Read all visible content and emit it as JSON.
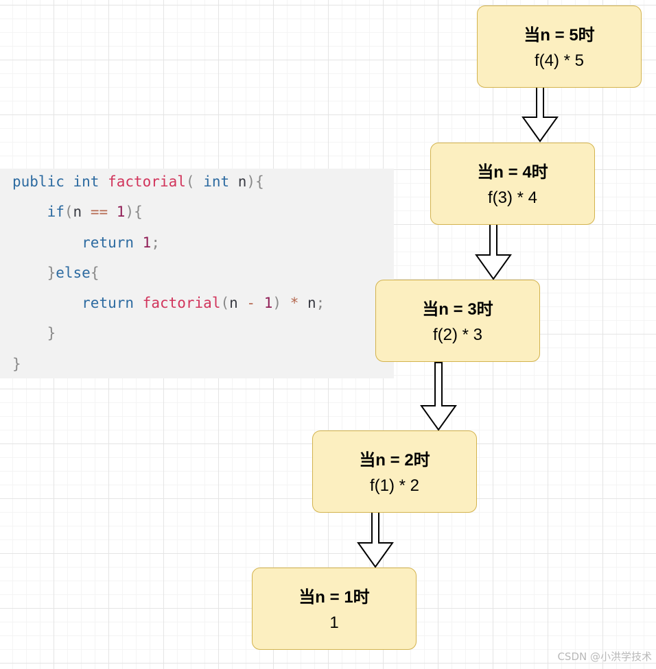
{
  "code": {
    "lines": [
      [
        [
          "kw",
          "public "
        ],
        [
          "kw",
          "int "
        ],
        [
          "fn",
          "factorial"
        ],
        [
          "pun",
          "( "
        ],
        [
          "kw",
          "int "
        ],
        [
          "plain",
          "n"
        ],
        [
          "pun",
          "){"
        ]
      ],
      [
        [
          "plain",
          "    "
        ],
        [
          "kw",
          "if"
        ],
        [
          "pun",
          "("
        ],
        [
          "plain",
          "n "
        ],
        [
          "op",
          "=="
        ],
        [
          "plain",
          " "
        ],
        [
          "num",
          "1"
        ],
        [
          "pun",
          "){"
        ]
      ],
      [
        [
          "plain",
          "        "
        ],
        [
          "kw",
          "return "
        ],
        [
          "num",
          "1"
        ],
        [
          "pun",
          ";"
        ]
      ],
      [
        [
          "plain",
          "    "
        ],
        [
          "pun",
          "}"
        ],
        [
          "kw",
          "else"
        ],
        [
          "pun",
          "{"
        ]
      ],
      [
        [
          "plain",
          "        "
        ],
        [
          "kw",
          "return "
        ],
        [
          "fn",
          "factorial"
        ],
        [
          "pun",
          "("
        ],
        [
          "plain",
          "n "
        ],
        [
          "op",
          "-"
        ],
        [
          "plain",
          " "
        ],
        [
          "num",
          "1"
        ],
        [
          "pun",
          ") "
        ],
        [
          "op",
          "*"
        ],
        [
          "plain",
          " n"
        ],
        [
          "pun",
          ";"
        ]
      ],
      [
        [
          "plain",
          "    "
        ],
        [
          "pun",
          "}"
        ]
      ],
      [
        [
          "pun",
          "}"
        ]
      ]
    ]
  },
  "nodes": [
    {
      "title": "当n = 5时",
      "expr": "f(4) * 5"
    },
    {
      "title": "当n = 4时",
      "expr": "f(3) * 4"
    },
    {
      "title": "当n = 3时",
      "expr": "f(2) * 3"
    },
    {
      "title": "当n = 2时",
      "expr": "f(1) * 2"
    },
    {
      "title": "当n = 1时",
      "expr": "1"
    }
  ],
  "watermark": "CSDN @小洪学技术"
}
